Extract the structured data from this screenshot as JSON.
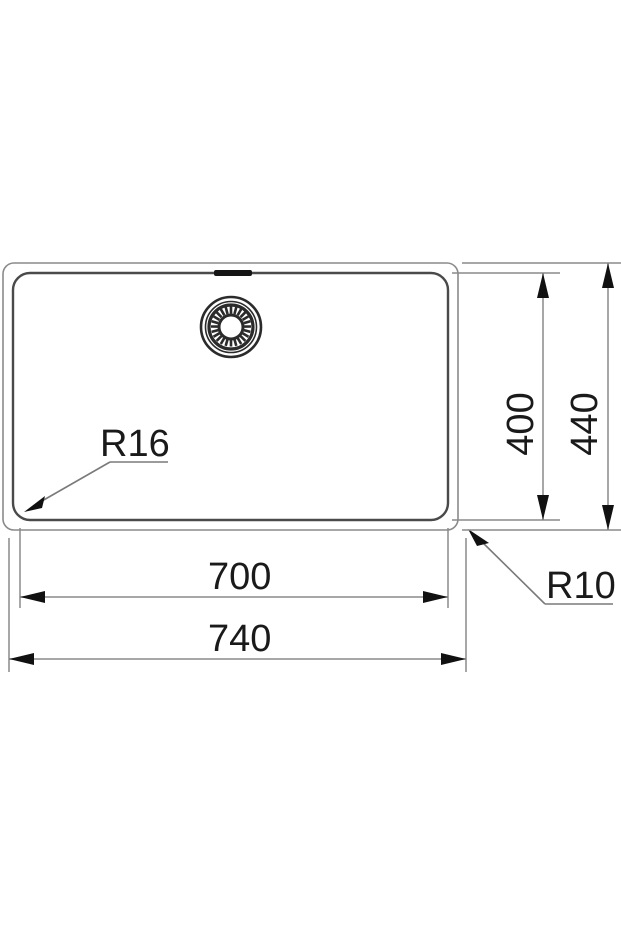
{
  "drawing": {
    "title": "Kitchen sink technical dimension drawing",
    "units_implied": "mm",
    "background_color": "#ffffff",
    "line_color": "#8a8a8a",
    "bowl_line_color": "#4a4a4a",
    "text_color": "#1a1a1a"
  },
  "dimensions": {
    "width_outer": "740",
    "width_inner": "700",
    "height_outer": "440",
    "height_inner": "400",
    "radius_inner_corner": "R16",
    "radius_outer_corner": "R10"
  },
  "labels": {
    "r16": "R16",
    "r10": "R10",
    "d700": "700",
    "d740": "740",
    "d400": "400",
    "d440": "440"
  },
  "features": {
    "drain": "drain-grate",
    "overflow": "overflow-notch"
  },
  "chart_data": {
    "type": "table",
    "title": "Sink outline dimensions",
    "categories": [
      "width_outer",
      "width_inner",
      "height_outer",
      "height_inner",
      "radius_inner_corner",
      "radius_outer_corner"
    ],
    "values": [
      740,
      700,
      440,
      400,
      16,
      10
    ],
    "xlabel": "",
    "ylabel": "",
    "annotations": [
      "R16",
      "R10",
      "700",
      "740",
      "400",
      "440"
    ]
  }
}
